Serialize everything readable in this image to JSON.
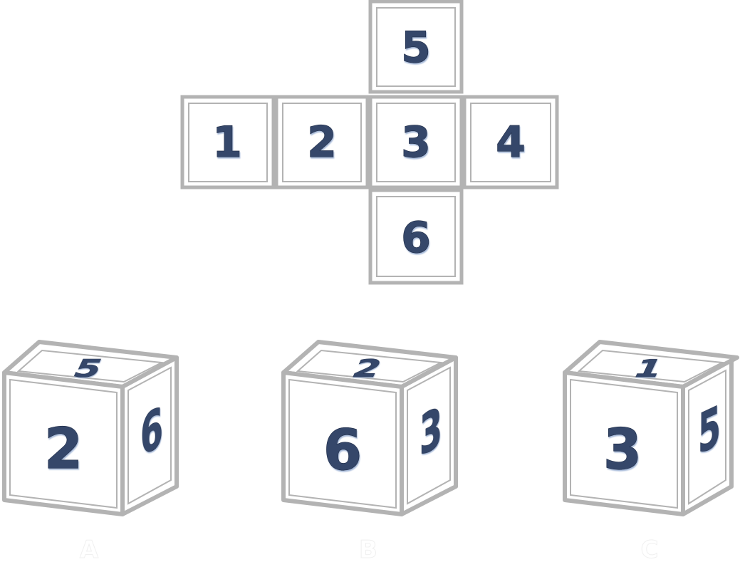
{
  "net": {
    "top": "5",
    "row": [
      "1",
      "2",
      "3",
      "4"
    ],
    "bottom": "6"
  },
  "cubes": [
    {
      "top": "5",
      "front": "2",
      "side": "6",
      "caption": "A"
    },
    {
      "top": "2",
      "front": "6",
      "side": "3",
      "caption": "B"
    },
    {
      "top": "1",
      "front": "3",
      "side": "5",
      "caption": "C"
    }
  ],
  "colors": {
    "frame": "#b3b3b3",
    "digit": "#34466a",
    "background": "#ffffff"
  }
}
